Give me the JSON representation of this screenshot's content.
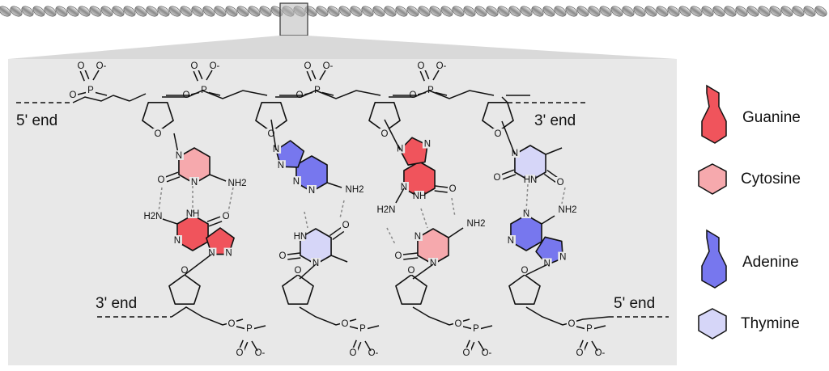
{
  "strand_labels": {
    "top_left": "5' end",
    "top_right": "3' end",
    "bottom_left": "3' end",
    "bottom_right": "5' end"
  },
  "atoms": {
    "oxygen": "O",
    "oxygen_minus": "O-",
    "phosphorus": "P",
    "nitrogen": "N",
    "nh": "NH",
    "hn": "HN",
    "nh2": "NH2",
    "h2n": "H2N"
  },
  "legend": [
    {
      "label": "Guanine",
      "shape": "double-hexagon",
      "color": "#f0545c"
    },
    {
      "label": "Cytosine",
      "shape": "hexagon",
      "color": "#f6a9ad"
    },
    {
      "label": "Adenine",
      "shape": "double-hexagon",
      "color": "#7777ee"
    },
    {
      "label": "Thymine",
      "shape": "hexagon",
      "color": "#d6d6f8"
    }
  ],
  "colors": {
    "guanine": "#f0545c",
    "cytosine": "#f6a9ad",
    "adenine": "#7777ee",
    "thymine": "#d6d6f8",
    "panel": "#e8e8e8",
    "helix": "#b5b5b5"
  }
}
